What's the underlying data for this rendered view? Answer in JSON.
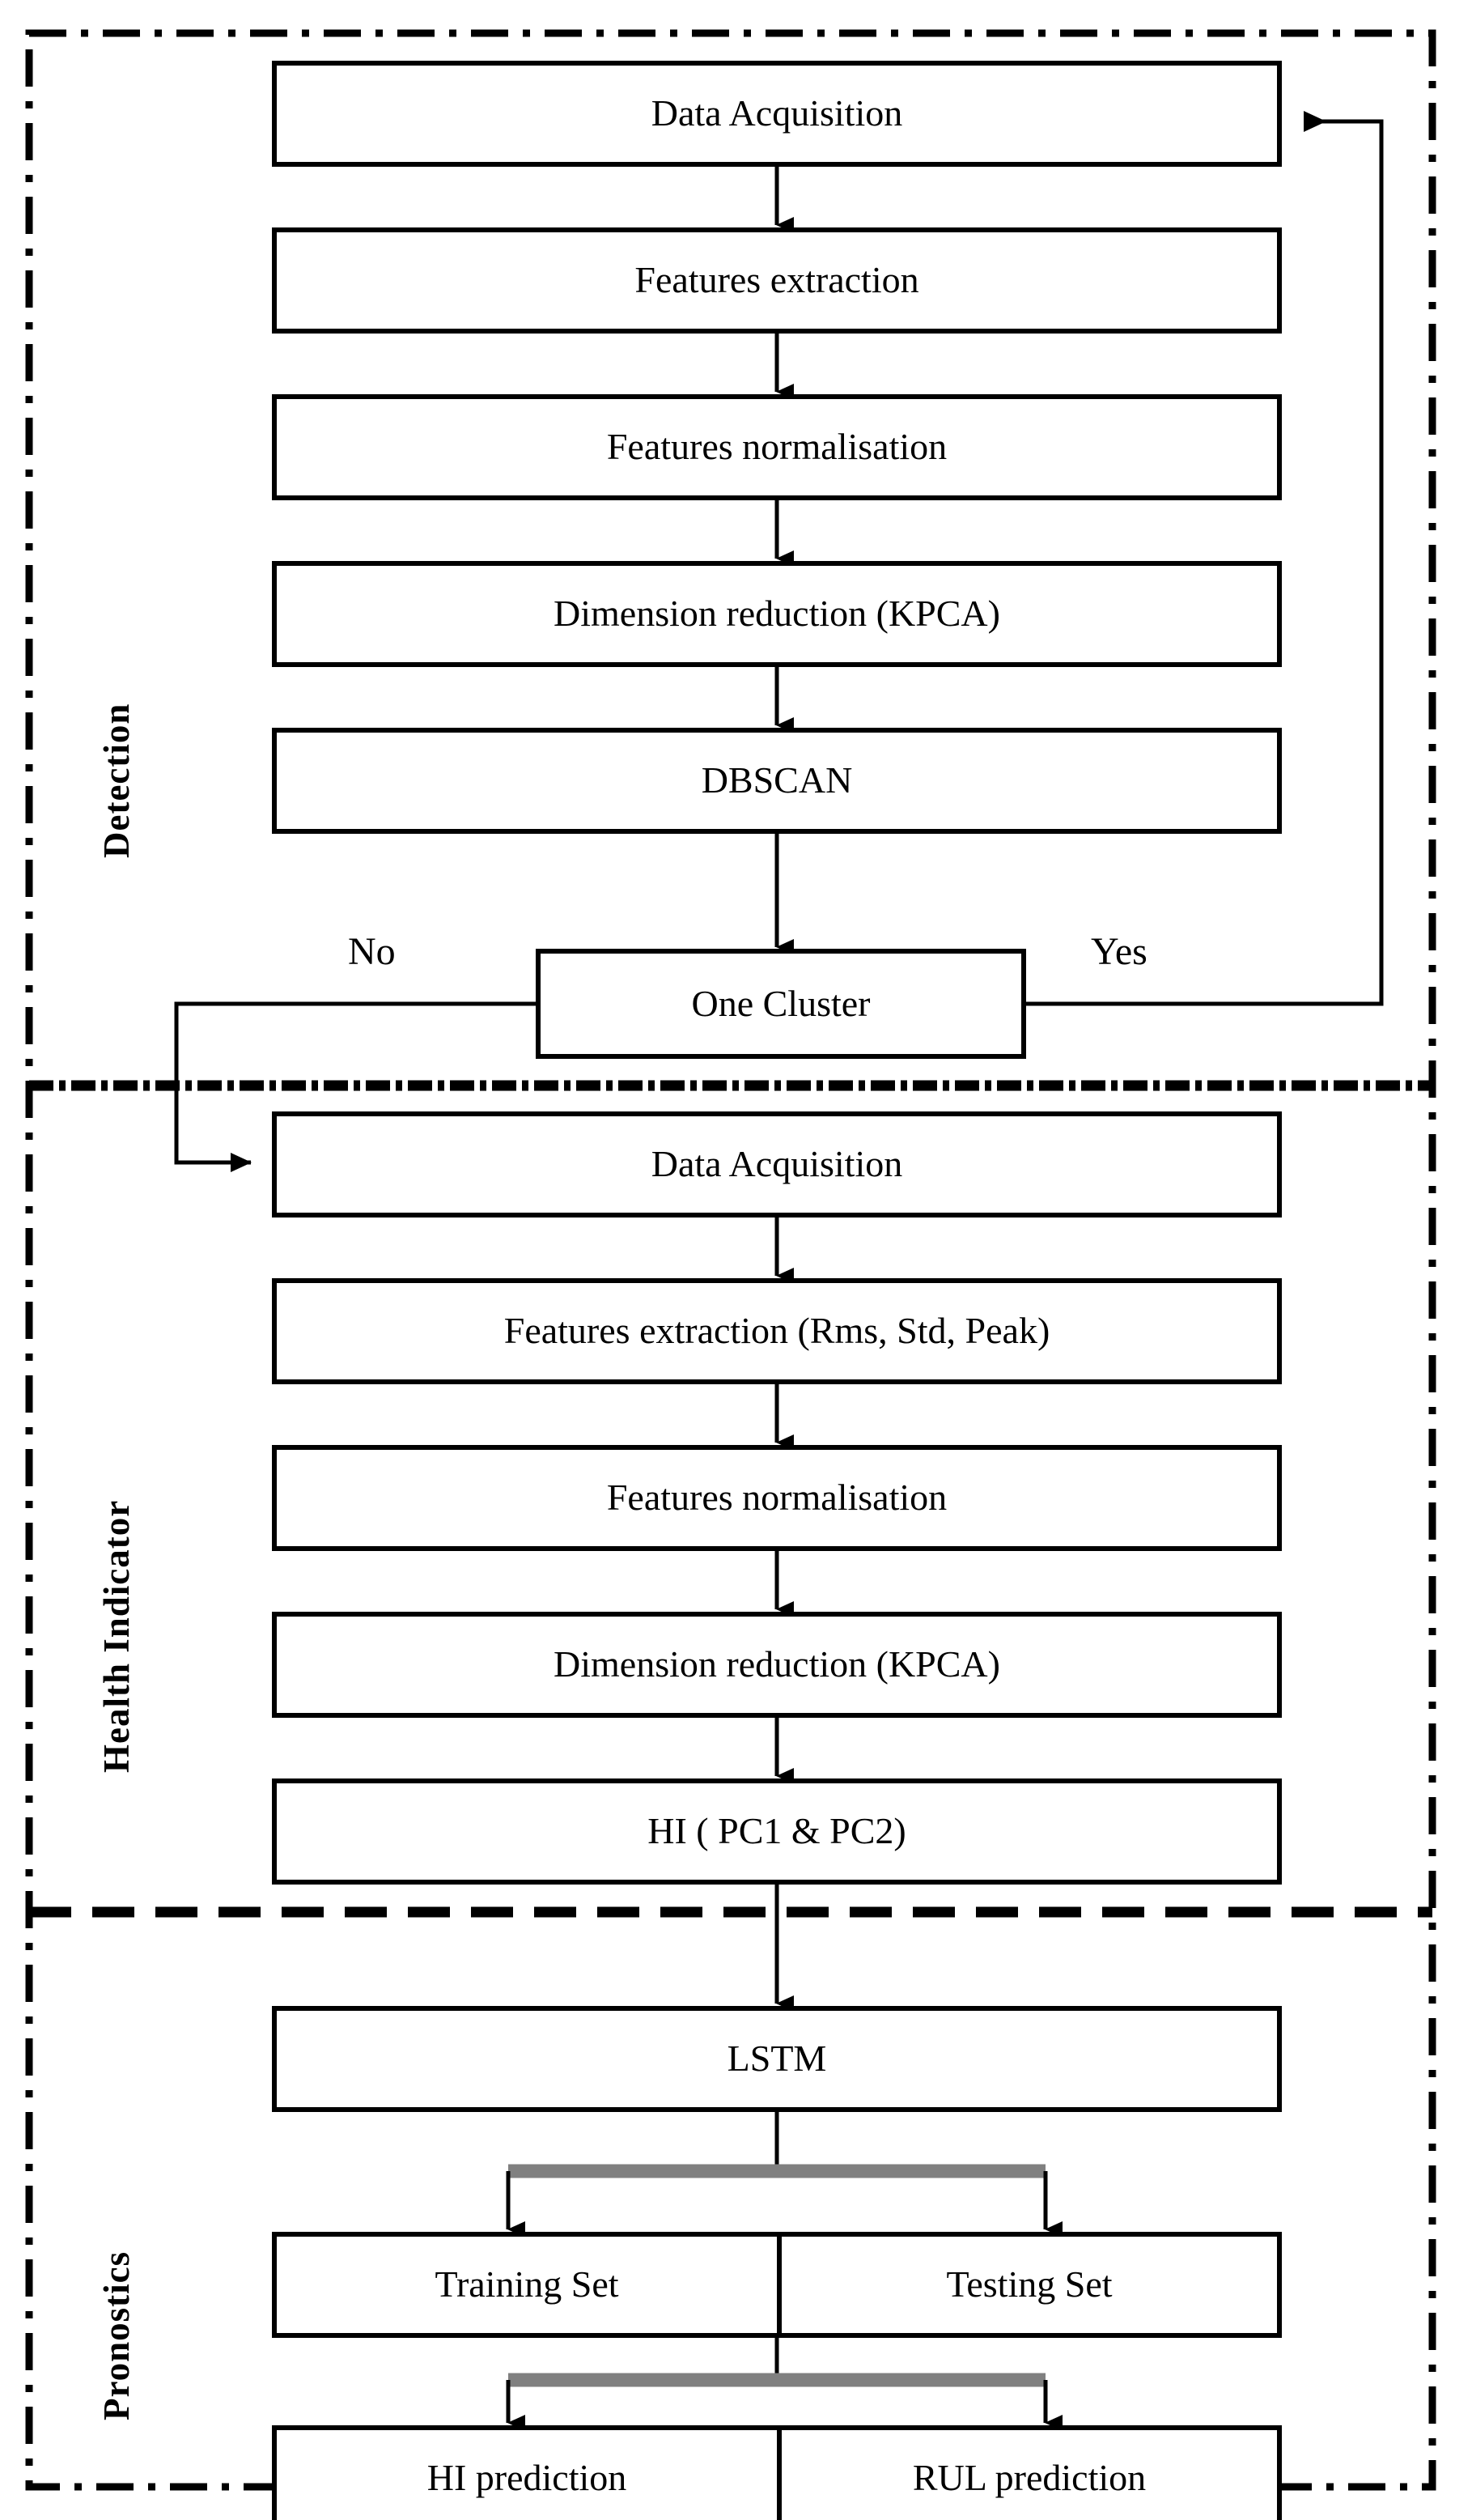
{
  "diagram": {
    "title": "Detection / Health Indicator / Prognostics methodology flowchart",
    "colors": {
      "stroke": "#000000",
      "background": "#ffffff",
      "branch_bar": "#808080"
    },
    "sections": [
      {
        "id": "detection",
        "label": "Detection"
      },
      {
        "id": "health-indicator",
        "label": "Health Indicator"
      },
      {
        "id": "pronostics",
        "label": "Pronostics"
      }
    ],
    "detection": {
      "label": "Detection",
      "boxes": [
        {
          "id": "det-data-acquisition",
          "label": "Data Acquisition"
        },
        {
          "id": "det-features-extraction",
          "label": "Features extraction"
        },
        {
          "id": "det-features-norm",
          "label": "Features normalisation"
        },
        {
          "id": "det-dim-reduction",
          "label": "Dimension reduction (KPCA)"
        },
        {
          "id": "det-dbscan",
          "label": "DBSCAN"
        },
        {
          "id": "det-one-cluster",
          "label": "One Cluster"
        }
      ],
      "decision_labels": {
        "no": "No",
        "yes": "Yes"
      }
    },
    "health_indicator": {
      "label": "Health Indicator",
      "boxes": [
        {
          "id": "hi-data-acquisition",
          "label": "Data Acquisition"
        },
        {
          "id": "hi-features-extraction",
          "label": "Features extraction (Rms, Std, Peak)"
        },
        {
          "id": "hi-features-norm",
          "label": "Features normalisation"
        },
        {
          "id": "hi-dim-reduction",
          "label": "Dimension reduction (KPCA)"
        },
        {
          "id": "hi-output",
          "label": "HI ( PC1 & PC2)"
        }
      ]
    },
    "pronostics": {
      "label": "Pronostics",
      "boxes": [
        {
          "id": "pro-lstm",
          "label": "LSTM"
        }
      ],
      "split_rows": [
        {
          "id": "pro-sets",
          "left": {
            "id": "pro-training-set",
            "label": "Training Set"
          },
          "right": {
            "id": "pro-testing-set",
            "label": "Testing Set"
          }
        },
        {
          "id": "pro-predictions",
          "left": {
            "id": "pro-hi-prediction",
            "label": "HI prediction"
          },
          "right": {
            "id": "pro-rul-prediction",
            "label": "RUL prediction"
          }
        }
      ]
    }
  }
}
